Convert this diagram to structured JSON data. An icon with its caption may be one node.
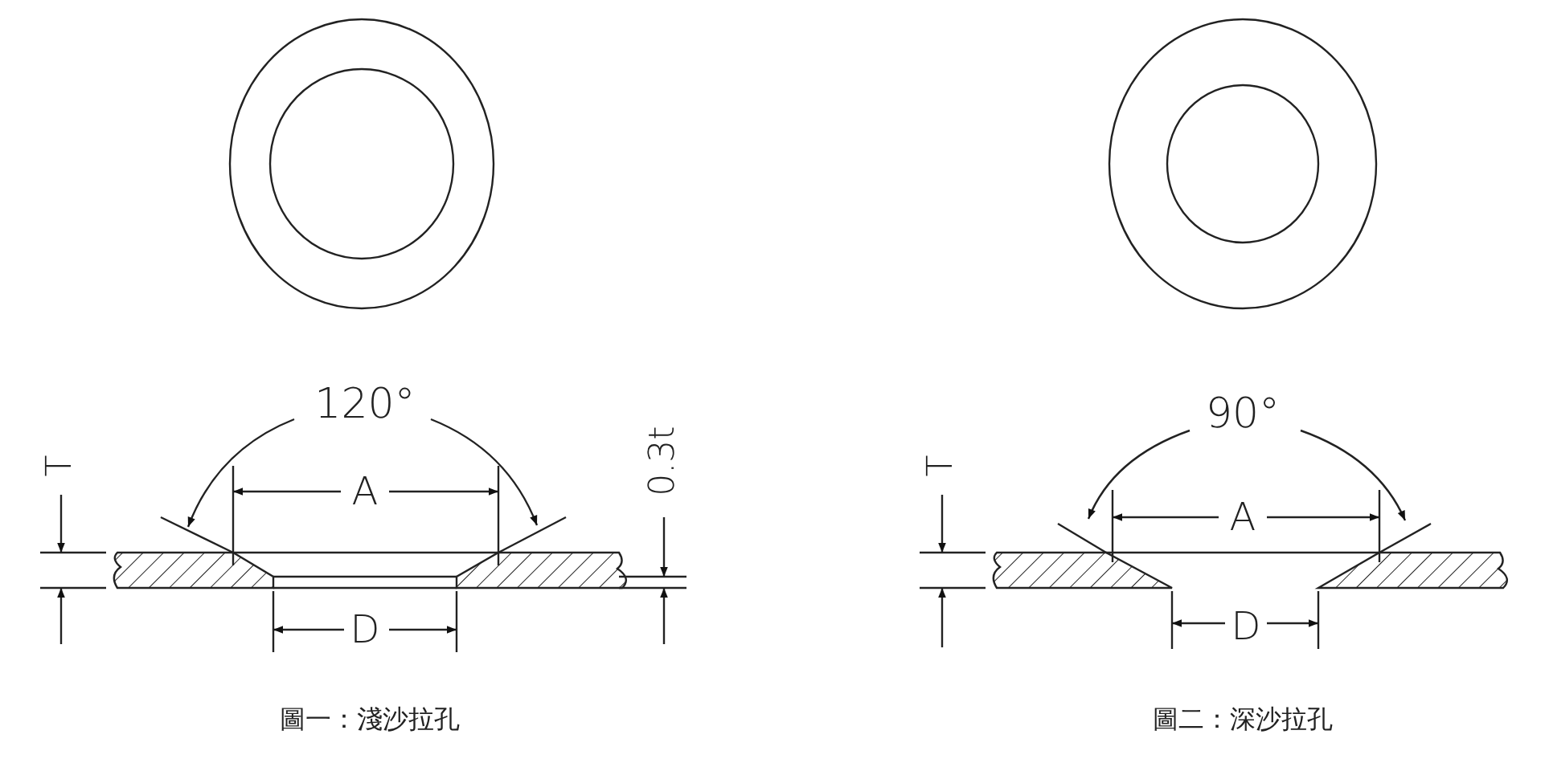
{
  "diagram": {
    "labels": [
      "120°",
      "A",
      "D",
      "T",
      "0.3t",
      "圖一：淺沙拉孔",
      "90°",
      "A",
      "D",
      "T",
      "圖二：深沙拉孔"
    ]
  }
}
